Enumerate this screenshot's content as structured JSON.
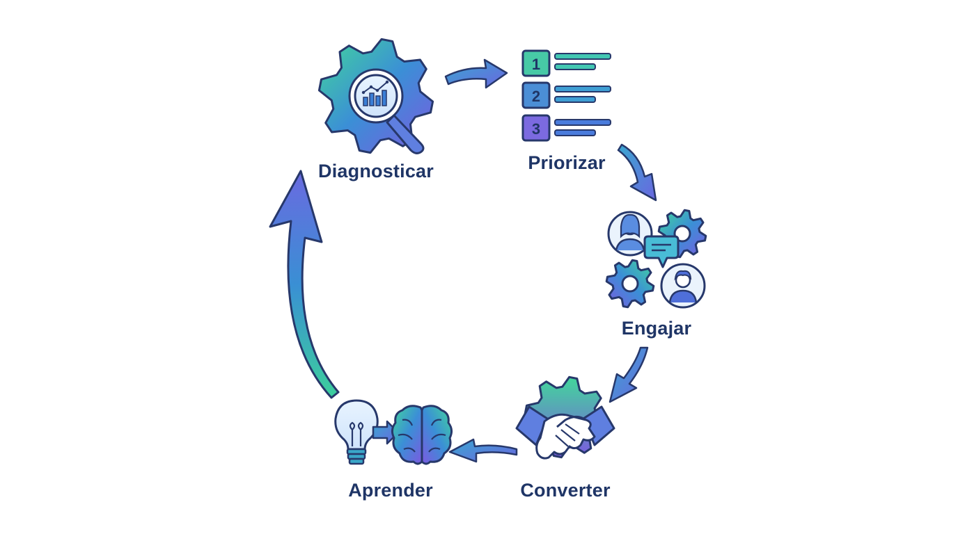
{
  "diagram": {
    "type": "cycle",
    "stages": [
      {
        "id": "diagnosticar",
        "label": "Diagnosticar",
        "icon": "gear-magnifier-chart-icon"
      },
      {
        "id": "priorizar",
        "label": "Priorizar",
        "icon": "numbered-list-icon"
      },
      {
        "id": "engajar",
        "label": "Engajar",
        "icon": "people-gears-chat-icon"
      },
      {
        "id": "converter",
        "label": "Converter",
        "icon": "gear-handshake-icon"
      },
      {
        "id": "aprender",
        "label": "Aprender",
        "icon": "lightbulb-brain-icon"
      }
    ],
    "list_numbers": [
      "1",
      "2",
      "3"
    ],
    "colors": {
      "outline": "#27386b",
      "text": "#1f3566",
      "green": "#3fcf9a",
      "teal": "#3aa7c9",
      "blue": "#4a78d6",
      "purple": "#7b5ae0"
    }
  }
}
